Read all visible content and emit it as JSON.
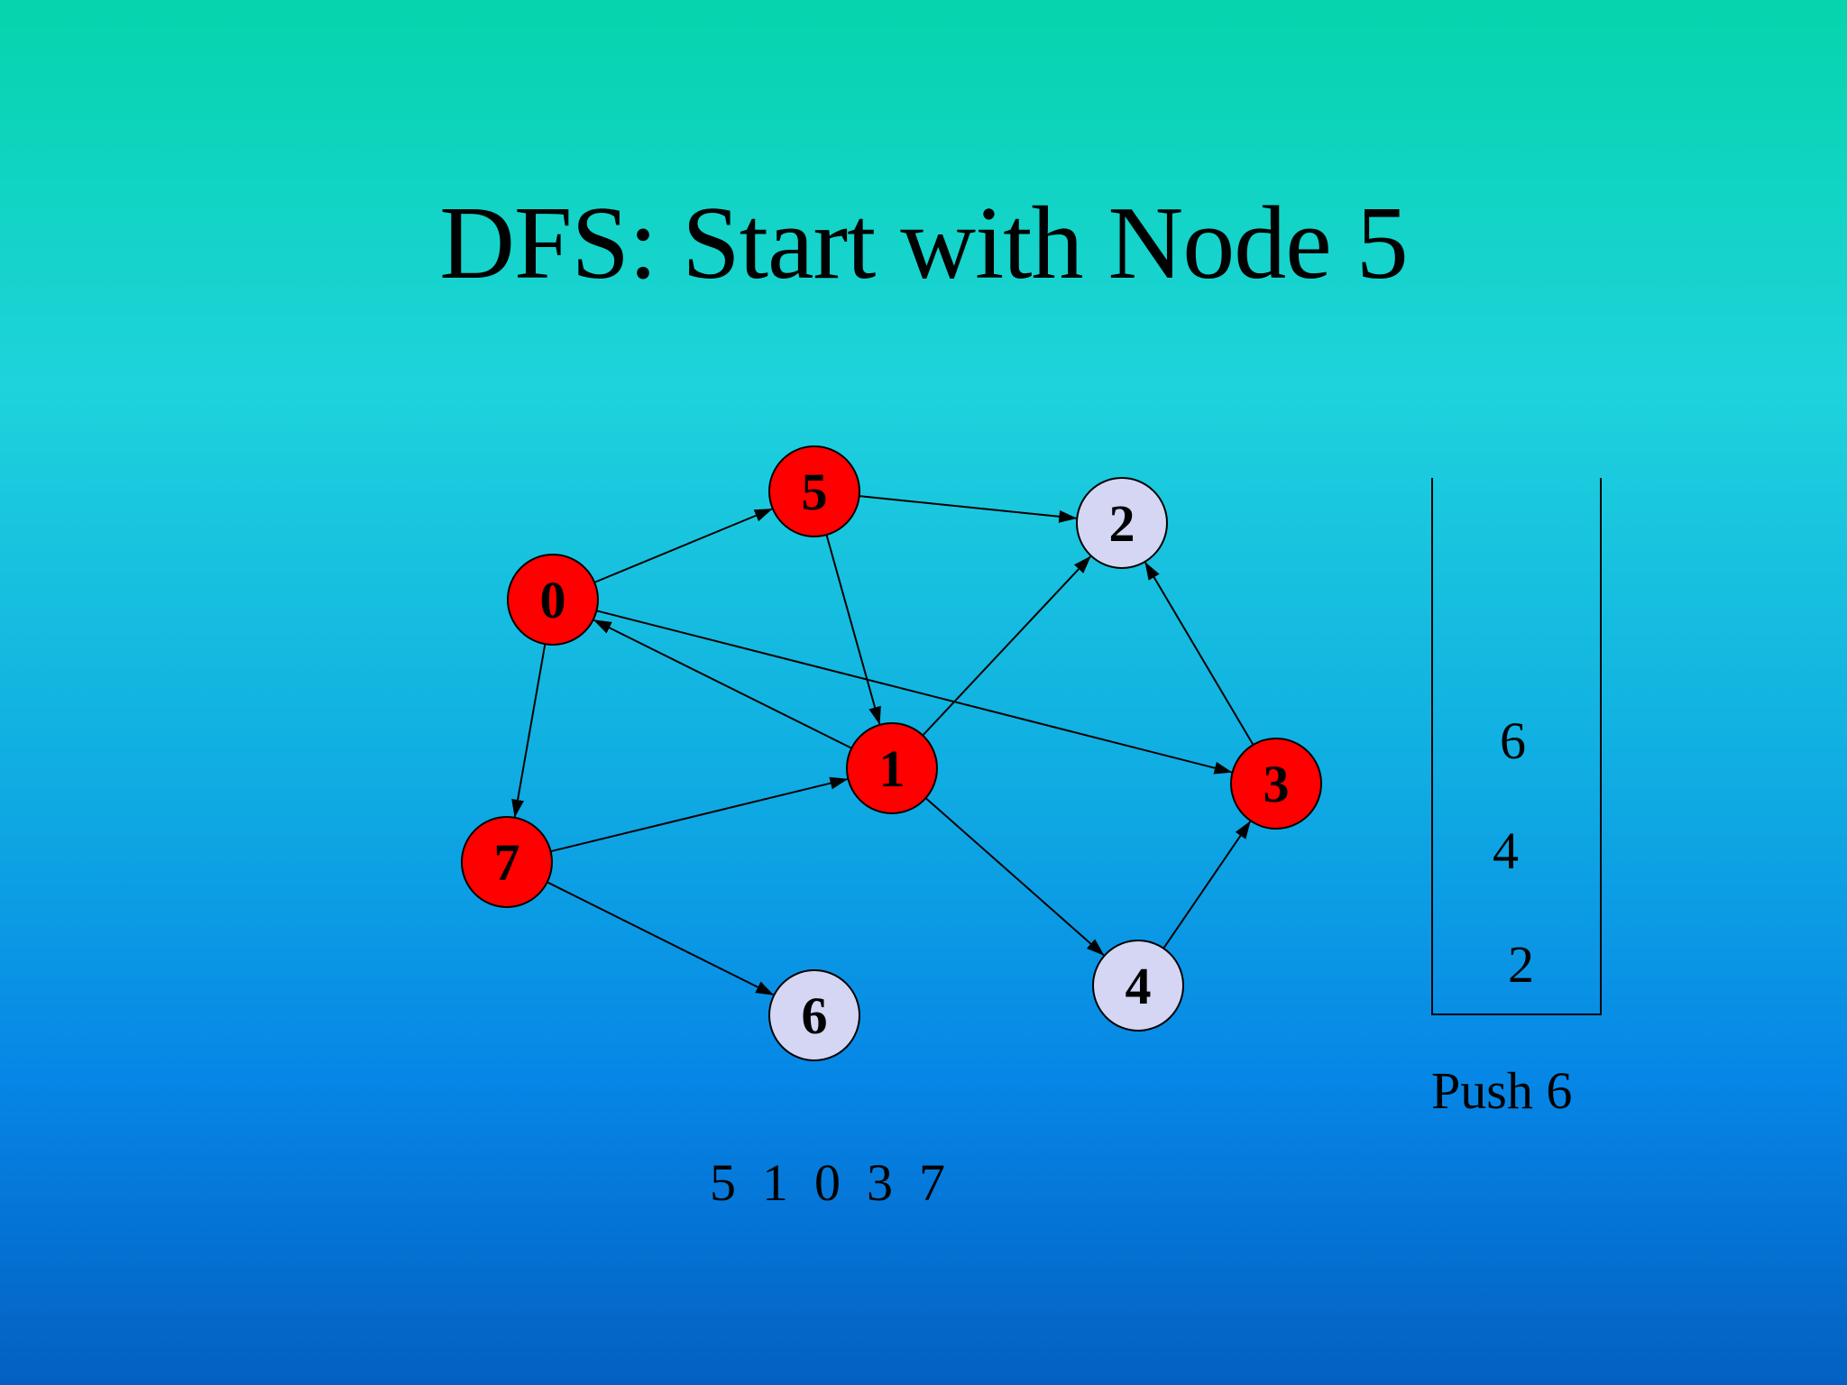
{
  "title": "DFS: Start with Node 5",
  "colors": {
    "visited": "#ff0000",
    "unvisited": "#d4d6f4",
    "edge": "#000000"
  },
  "nodes": [
    {
      "id": "0",
      "visited": true
    },
    {
      "id": "1",
      "visited": true
    },
    {
      "id": "2",
      "visited": false
    },
    {
      "id": "3",
      "visited": true
    },
    {
      "id": "4",
      "visited": false
    },
    {
      "id": "5",
      "visited": true
    },
    {
      "id": "6",
      "visited": false
    },
    {
      "id": "7",
      "visited": true
    }
  ],
  "edges": [
    {
      "from": "0",
      "to": "5"
    },
    {
      "from": "5",
      "to": "2"
    },
    {
      "from": "5",
      "to": "1"
    },
    {
      "from": "0",
      "to": "3"
    },
    {
      "from": "1",
      "to": "0"
    },
    {
      "from": "0",
      "to": "7"
    },
    {
      "from": "1",
      "to": "2"
    },
    {
      "from": "3",
      "to": "2"
    },
    {
      "from": "7",
      "to": "1"
    },
    {
      "from": "1",
      "to": "4"
    },
    {
      "from": "4",
      "to": "3"
    },
    {
      "from": "7",
      "to": "6"
    }
  ],
  "stack": {
    "items": [
      "6",
      "4",
      "2"
    ],
    "operation": "Push 6"
  },
  "visit_order": "5  1  0  3  7"
}
